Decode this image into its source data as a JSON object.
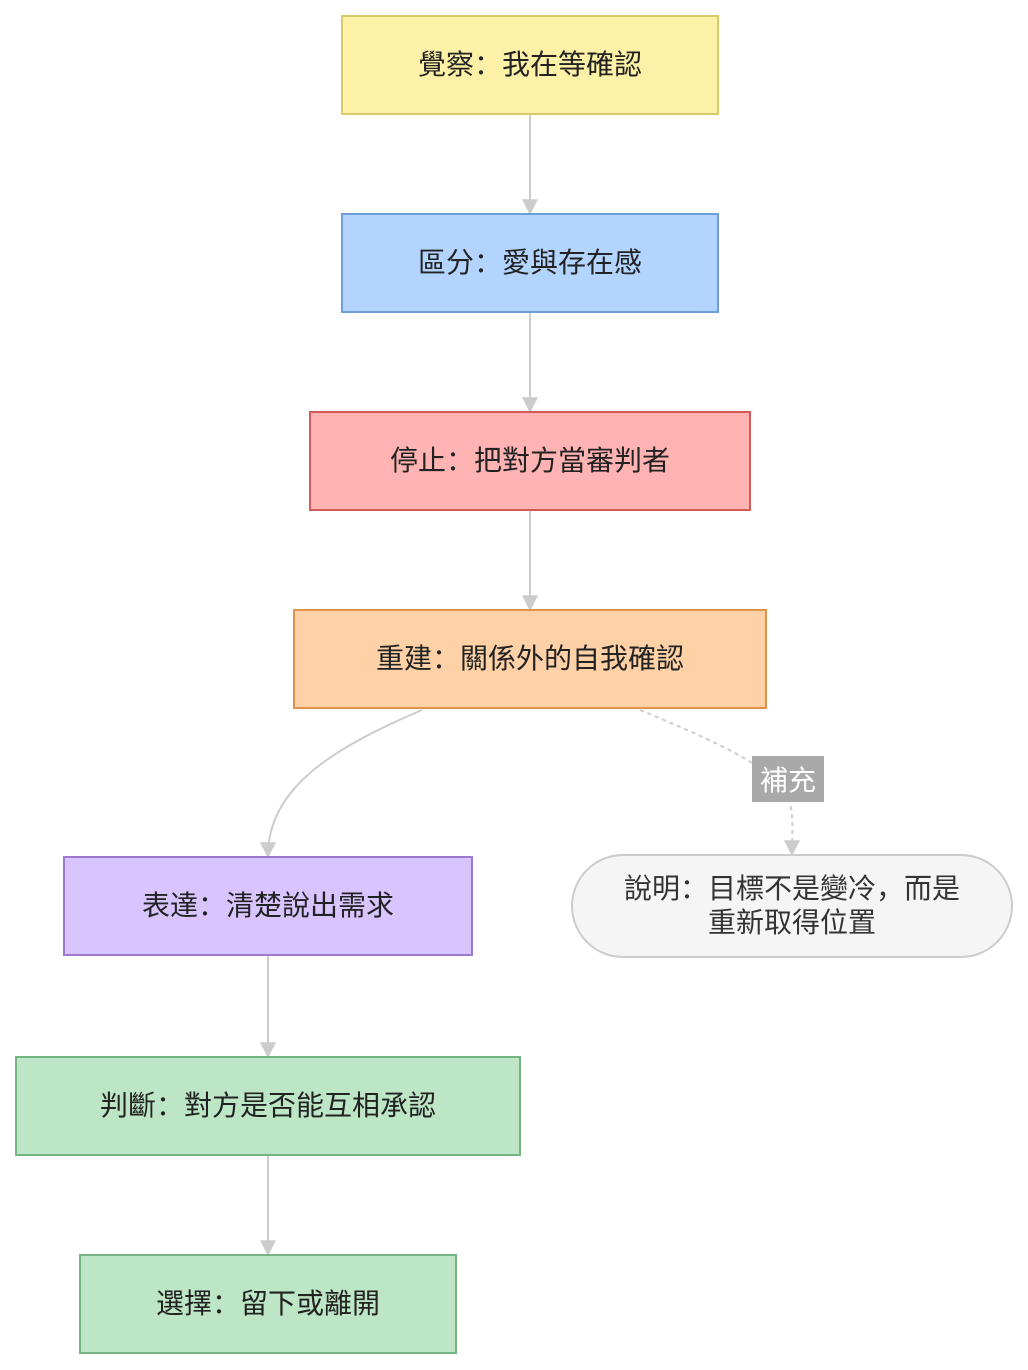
{
  "nodes": [
    {
      "id": "n1",
      "label": "覺察：我在等確認",
      "fill": "#fcf1a6",
      "stroke": "#d8c96a"
    },
    {
      "id": "n2",
      "label": "區分：愛與存在感",
      "fill": "#b3d4ff",
      "stroke": "#6b9fd6"
    },
    {
      "id": "n3",
      "label": "停止：把對方當審判者",
      "fill": "#ffb3b3",
      "stroke": "#d45a5a"
    },
    {
      "id": "n4",
      "label": "重建：關係外的自我確認",
      "fill": "#ffd1a6",
      "stroke": "#e0924f"
    },
    {
      "id": "n5",
      "label": "表達：清楚說出需求",
      "fill": "#d8c4ff",
      "stroke": "#9a7ad0"
    },
    {
      "id": "n6",
      "label": "判斷：對方是否能互相承認",
      "fill": "#bde6c6",
      "stroke": "#72b583"
    },
    {
      "id": "n7",
      "label": "選擇：留下或離開",
      "fill": "#bde6c6",
      "stroke": "#72b583"
    }
  ],
  "note": {
    "line1": "說明：目標不是變冷，而是",
    "line2": "重新取得位置"
  },
  "edge_label": "補充",
  "colors": {
    "edge": "#cccccc",
    "edge_label_bg": "#a9a9a9"
  }
}
